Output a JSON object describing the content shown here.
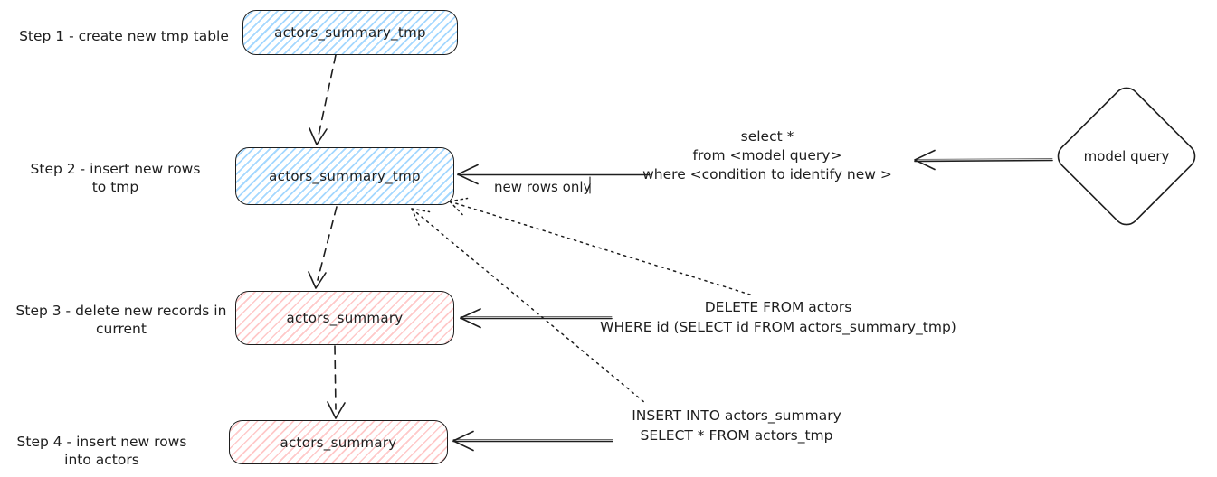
{
  "diagram": {
    "steps": [
      {
        "label": "Step 1 - create new tmp table",
        "box_label": "actors_summary_tmp",
        "box_style": "blue-hatched"
      },
      {
        "label": "Step 2 - insert new rows\nto tmp",
        "box_label": "actors_summary_tmp",
        "box_style": "blue-hatched"
      },
      {
        "label": "Step 3 - delete new records in\ncurrent",
        "box_label": "actors_summary",
        "box_style": "red-hatched"
      },
      {
        "label": "Step 4 - insert new rows\ninto actors",
        "box_label": "actors_summary",
        "box_style": "red-hatched"
      }
    ],
    "annotations": {
      "new_rows_only": "new rows only",
      "select_query": "select *\nfrom <model query>\nwhere <condition to identify new >",
      "delete_query": "DELETE FROM actors\nWHERE id (SELECT id FROM actors_summary_tmp)",
      "insert_query": "INSERT INTO actors_summary\nSELECT * FROM actors_tmp"
    },
    "model_query_node": {
      "label": "model query"
    },
    "colors": {
      "tmp_table_fill": "#a5d8ff",
      "current_table_fill": "#ffc9c9",
      "stroke": "#1e1e1e",
      "background": "#ffffff"
    }
  }
}
